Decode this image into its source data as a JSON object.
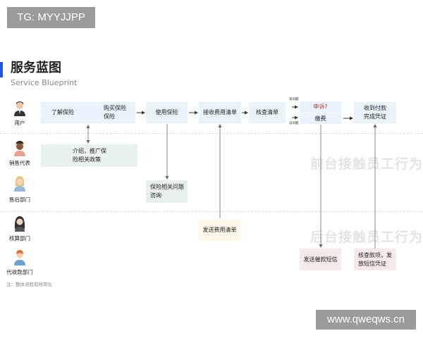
{
  "watermark_top": "TG: MYYJJPP",
  "watermark_bottom": "www.qweqws.cn",
  "header": {
    "title": "服务蓝图",
    "subtitle": "Service Blueprint",
    "accent": "#1a56e8"
  },
  "roles": [
    "用户",
    "销售代表",
    "售后部门",
    "核算部门",
    "代收款部门"
  ],
  "user_steps": {
    "learn": "了解保险",
    "buy": "购买保险\n保险",
    "use": "使用保险",
    "receive": "接收费用清单",
    "check": "核查清单",
    "problem_label": "有问题",
    "no_problem_label": "没问题",
    "appeal": "申诉?",
    "pay": "缴费",
    "done": "收到付款\n完成凭证"
  },
  "sales_step": "介绍，推广保\n险相关政策",
  "aftersales_step": "保险相关问题\n咨询",
  "accounting_step": "发送费用清单",
  "collection_steps": [
    "发送催款短信",
    "核查款项，发\n放短信凭证"
  ],
  "zones": {
    "front": "前台接触员工行为",
    "back": "后台接触员工行为"
  },
  "note": "注：整体流程有所简化",
  "colors": {
    "appeal_text": "#b03a2e",
    "user_box": "#eaf3fb",
    "sales_box": "#e9f1ec",
    "accounting_box": "#fcf7e8",
    "collection_box": "#f7e9ea"
  }
}
